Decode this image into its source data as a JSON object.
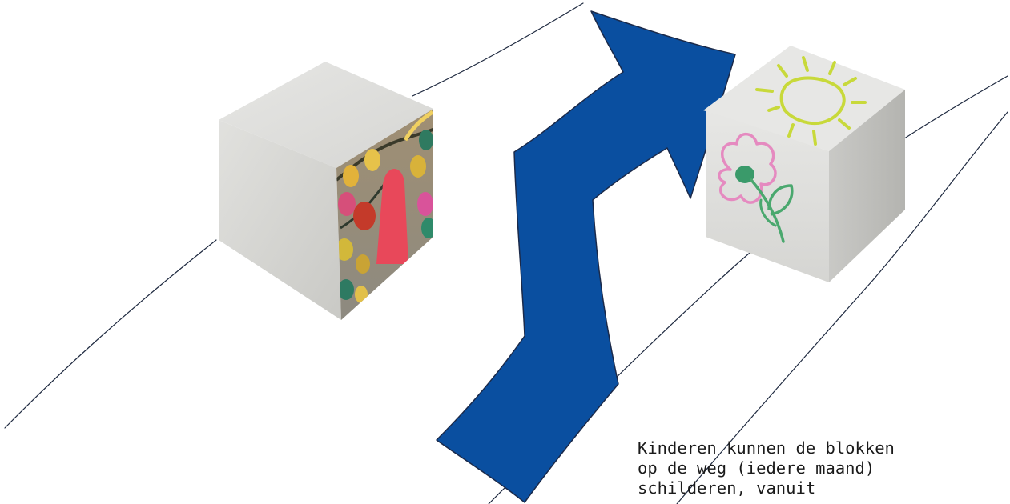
{
  "caption": {
    "lines": [
      "Kinderen kunnen de blokken",
      "op de weg (iedere maand)",
      "schilderen, vanuit"
    ]
  },
  "colors": {
    "arrow": "#0a4fa0",
    "cube_front": "#d8d8d4",
    "cube_top": "#e2e2e0",
    "road_lines": "#1f2a40"
  },
  "icons": {
    "left_cube_art": "abstract-painting",
    "right_cube_top_art": "sun-doodle",
    "right_cube_front_art": "flower-doodle"
  }
}
